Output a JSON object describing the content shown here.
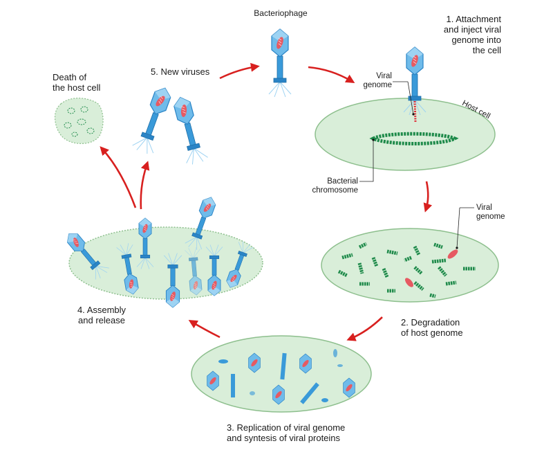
{
  "labels": {
    "bacteriophage": "Bacteriophage",
    "step1": [
      "1. Attachment",
      "and inject viral",
      "genome into",
      "the cell"
    ],
    "viral_genome_top": [
      "Viral",
      "genome"
    ],
    "host_cell": "Host cell",
    "bacterial_chromosome": [
      "Bacterial",
      "chromosome"
    ],
    "viral_genome_right": [
      "Viral",
      "genome"
    ],
    "step2": [
      "2. Degradation",
      "of host genome"
    ],
    "step3": [
      "3. Replication of viral genome",
      "and syntesis of viral proteins"
    ],
    "step4": [
      "4. Assembly",
      "and release"
    ],
    "step5": "5. New viruses",
    "death": [
      "Death of",
      "the host cell"
    ]
  },
  "colors": {
    "cell_fill": "#d9eed9",
    "cell_stroke": "#8dbf8d",
    "phage_blue": "#3a9ad9",
    "phage_dark": "#1f6fa8",
    "dna_green": "#1e8a4a",
    "viral_red": "#e0303a",
    "arrow_red": "#d8201f"
  }
}
